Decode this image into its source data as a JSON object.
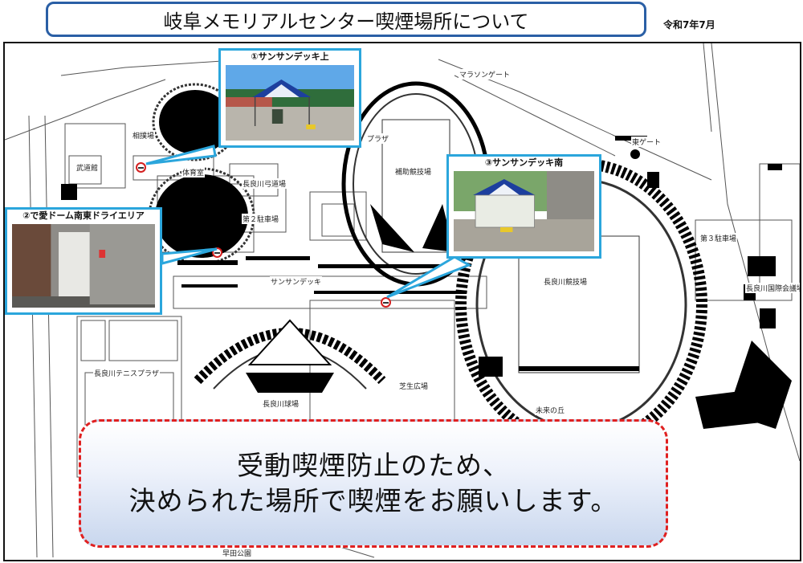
{
  "header": {
    "title": "岐阜メモリアルセンター喫煙場所について",
    "date": "令和7年7月"
  },
  "callouts": [
    {
      "title": "①サンサンデッキ上"
    },
    {
      "title": "②で愛ドーム南東ドライエリア"
    },
    {
      "title": "③サンサンデッキ南"
    }
  ],
  "map_labels": {
    "marathon_gate": "マラソンゲート",
    "east_gate": "東ゲート",
    "sumo": "相撲場",
    "budokan": "武道館",
    "gym": "体育室",
    "kyudo": "長良川弓道場",
    "parking2": "第２駐車場",
    "plaza": "プラザ",
    "aux_field": "補助競技場",
    "parking3": "第３駐車場",
    "conference": "長良川国際会議場",
    "sansan_deck": "サンサンデッキ",
    "nagaragawa_stadium": "長良川競技場",
    "tennis_plaza": "長良川テニスプラザ",
    "lawn_plaza": "芝生広場",
    "nagaragawa_ballpark": "長良川球場",
    "mirai_hill": "未来の丘",
    "park": "早田公園"
  },
  "notice": {
    "line1": "受動喫煙防止のため、",
    "line2": "決められた場所で喫煙をお願いします。"
  },
  "colors": {
    "frame_blue": "#2a5fa5",
    "callout_blue": "#2ba6dc",
    "notice_red": "#e02020",
    "smoke_marker": "#d42020"
  },
  "icons": [
    "smoking-area-icon"
  ]
}
